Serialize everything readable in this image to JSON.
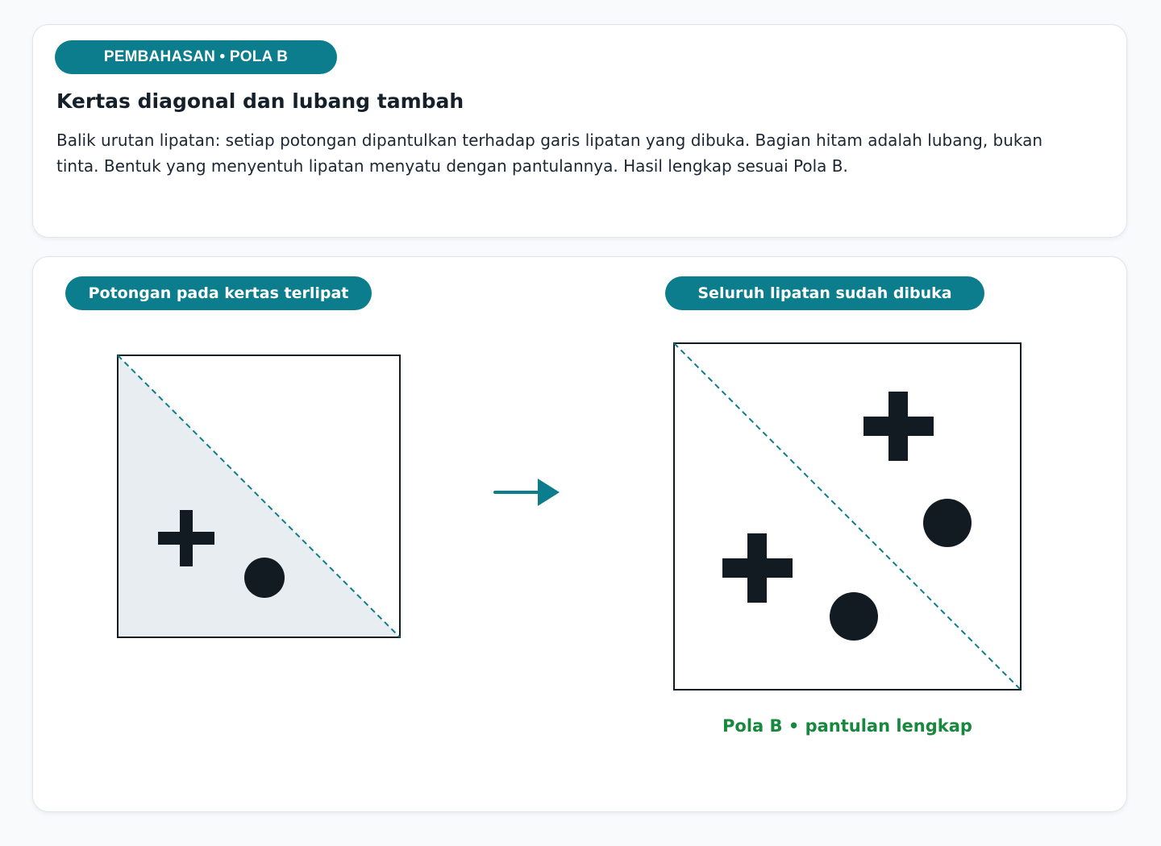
{
  "header": {
    "section_label": "PEMBAHASAN • POLA B",
    "title": "Kertas diagonal dan lubang tambah",
    "description": "Balik urutan lipatan: setiap potongan dipantulkan terhadap garis lipatan yang dibuka. Bagian hitam adalah lubang, bukan tinta. Bentuk yang menyentuh lipatan menyatu dengan pantulannya. Hasil lengkap sesuai Pola B."
  },
  "diagram": {
    "folded_label": "Potongan pada kertas terlipat",
    "unfolded_label": "Seluruh lipatan sudah dibuka",
    "result_caption": "Pola B • pantulan lengkap",
    "fold_line": "diagonal from top-left to bottom-right",
    "folded_holes": [
      {
        "shape": "plus",
        "icon": "plus-hole-icon"
      },
      {
        "shape": "circle",
        "icon": "circle-hole-icon"
      }
    ],
    "unfolded_holes": [
      {
        "shape": "plus",
        "icon": "plus-hole-icon"
      },
      {
        "shape": "circle",
        "icon": "circle-hole-icon"
      },
      {
        "shape": "plus",
        "icon": "plus-hole-icon"
      },
      {
        "shape": "circle",
        "icon": "circle-hole-icon"
      }
    ],
    "arrow_icon": "right-arrow-icon"
  },
  "colors": {
    "accent": "#0b7d8c",
    "hole": "#121a22",
    "folded_fill": "#e7edf0",
    "caption": "#17883d",
    "fold_line": "#0b7d8c"
  }
}
